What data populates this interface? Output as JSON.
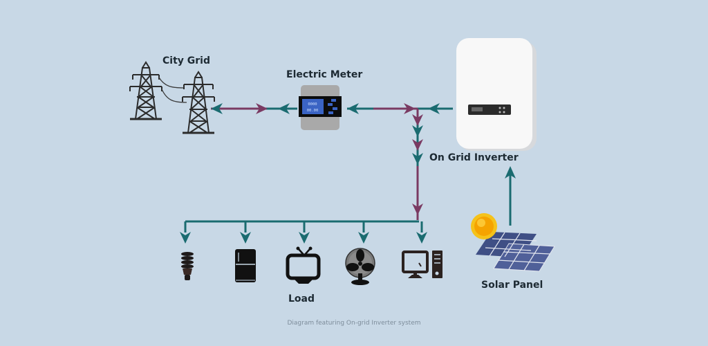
{
  "labels": {
    "city_grid": "City Grid",
    "electric_meter": "Electric Meter",
    "inverter": "On Grid Inverter",
    "load": "Load",
    "solar_panel": "Solar Panel"
  },
  "meter_display": {
    "line1": "0000",
    "line2": "00.00"
  },
  "caption": "Diagram featuring On-grid Inverter system",
  "load_devices": [
    {
      "name": "light-bulb"
    },
    {
      "name": "refrigerator"
    },
    {
      "name": "television"
    },
    {
      "name": "fan"
    },
    {
      "name": "computer"
    }
  ],
  "colors": {
    "background": "#c8d8e6",
    "teal_flow": "#1a6b70",
    "purple_flow": "#7a3a62",
    "icon_dark": "#1e1a1a"
  }
}
